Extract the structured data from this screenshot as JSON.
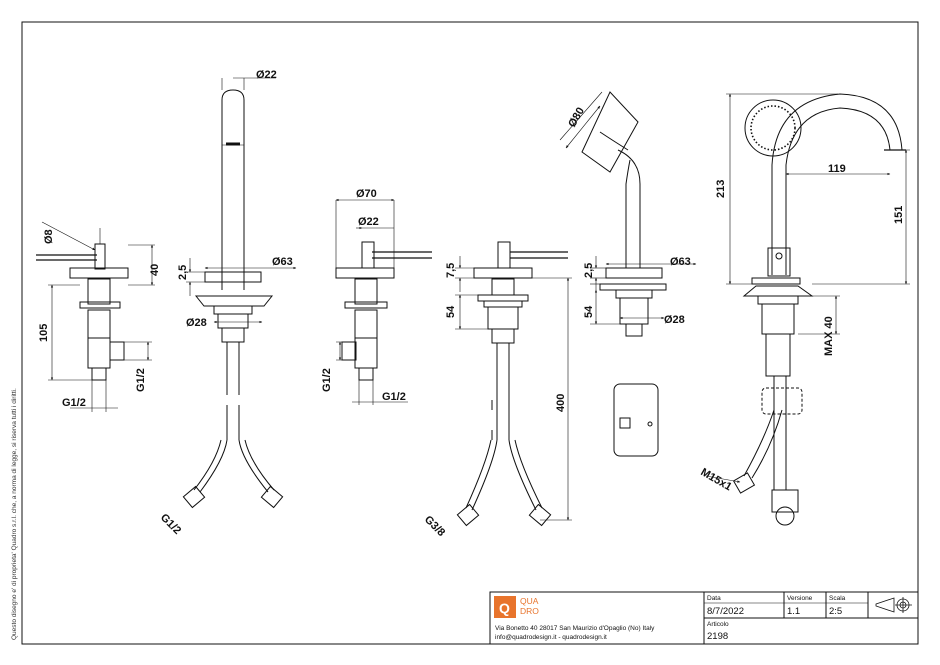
{
  "side_note": "Questo disegno e' di proprieta' Quadro s.r.l. che, a norma di legge, si riserva tutti i diritti.",
  "dimensions": {
    "v1_d8": "Ø8",
    "v1_40": "40",
    "v1_105": "105",
    "v1_g12a": "G1/2",
    "v1_g12b": "G1/2",
    "sp_d22": "Ø22",
    "sp_25": "2,5",
    "sp_d63": "Ø63",
    "sp_d28": "Ø28",
    "sp_g12": "G1/2",
    "v2_d70": "Ø70",
    "v2_d22": "Ø22",
    "v2_g12a": "G1/2",
    "v2_g12b": "G1/2",
    "dv_75": "7,5",
    "dv_54": "54",
    "dv_400": "400",
    "dv_g38": "G3/8",
    "hs_d80": "Ø80",
    "hs_25": "2,5",
    "hs_d63": "Ø63",
    "hs_54": "54",
    "hs_d28": "Ø28",
    "sv_213": "213",
    "sv_119": "119",
    "sv_151": "151",
    "sv_max40": "MAX 40",
    "sv_m15": "M15x1"
  },
  "title_block": {
    "brand_line1": "QUA",
    "brand_line2": "DRO",
    "address": "Via Bonetto 40  28017 San Maurizio d'Opaglio (No) Italy",
    "contact": "info@quadrodesign.it  -  quadrodesign.it",
    "data_label": "Data",
    "data_value": "8/7/2022",
    "versione_label": "Versione",
    "versione_value": "1.1",
    "scala_label": "Scala",
    "scala_value": "2:5",
    "articolo_label": "Articolo",
    "articolo_value": "2198"
  },
  "colors": {
    "line": "#111111",
    "brand": "#e8742c"
  }
}
